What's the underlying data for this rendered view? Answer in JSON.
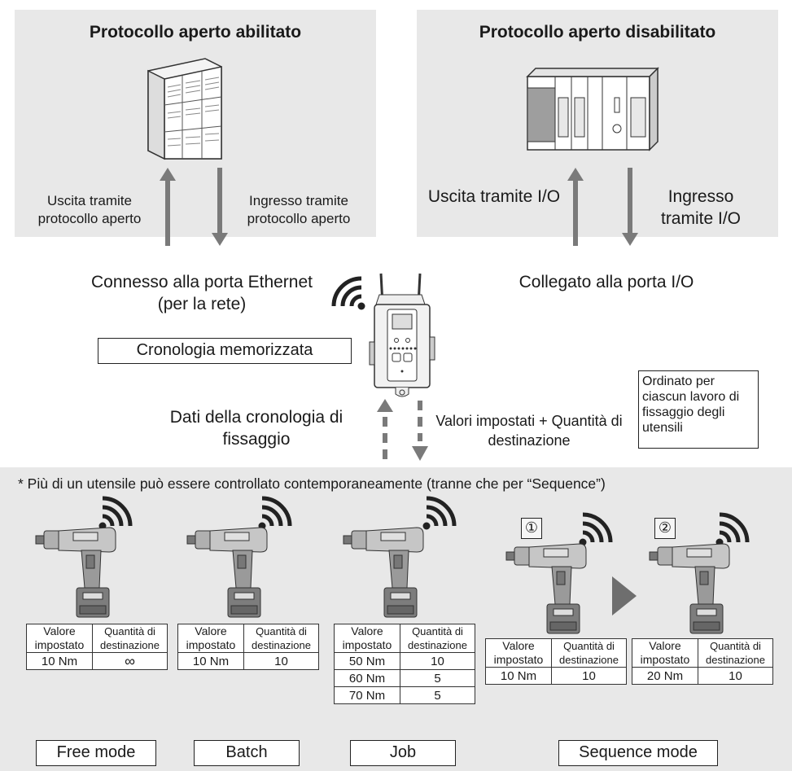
{
  "top_left": {
    "title": "Protocollo aperto abilitato",
    "out_label": "Uscita tramite protocollo aperto",
    "in_label": "Ingresso tramite protocollo aperto",
    "connection": "Connesso alla porta Ethernet (per la rete)"
  },
  "top_right": {
    "title": "Protocollo aperto disabilitato",
    "out_label": "Uscita tramite I/O",
    "in_label": "Ingresso tramite I/O",
    "connection": "Collegato alla porta I/O"
  },
  "history_box": "Cronologia memorizzata",
  "history_data": "Dati della cronologia di fissaggio",
  "set_values": "Valori impostati + Quantità di destinazione",
  "ordered_note": "Ordinato per ciascun lavoro di fissaggio degli utensili",
  "footnote": "* Più di un utensile può essere controllato contemporaneamente (tranne che per “Sequence”)",
  "table_headers": {
    "value": "Valore impostato",
    "qty": "Quantità di destinazione"
  },
  "modes": [
    {
      "name": "Free mode",
      "rows": [
        {
          "value": "10 Nm",
          "qty": "∞"
        }
      ]
    },
    {
      "name": "Batch",
      "rows": [
        {
          "value": "10 Nm",
          "qty": "10"
        }
      ]
    },
    {
      "name": "Job",
      "rows": [
        {
          "value": "50 Nm",
          "qty": "10"
        },
        {
          "value": "60 Nm",
          "qty": "5"
        },
        {
          "value": "70 Nm",
          "qty": "5"
        }
      ]
    },
    {
      "name": "Sequence mode",
      "steps": [
        {
          "marker": "①",
          "rows": [
            {
              "value": "10 Nm",
              "qty": "10"
            }
          ]
        },
        {
          "marker": "②",
          "rows": [
            {
              "value": "20 Nm",
              "qty": "10"
            }
          ]
        }
      ]
    }
  ],
  "icons": [
    "server-rack-icon",
    "plc-icon",
    "controller-device-icon",
    "wifi-icon",
    "power-tool-icon",
    "arrow-right-icon"
  ],
  "colors": {
    "panel": "#e8e8e8",
    "arrow": "#7a7a7a"
  }
}
